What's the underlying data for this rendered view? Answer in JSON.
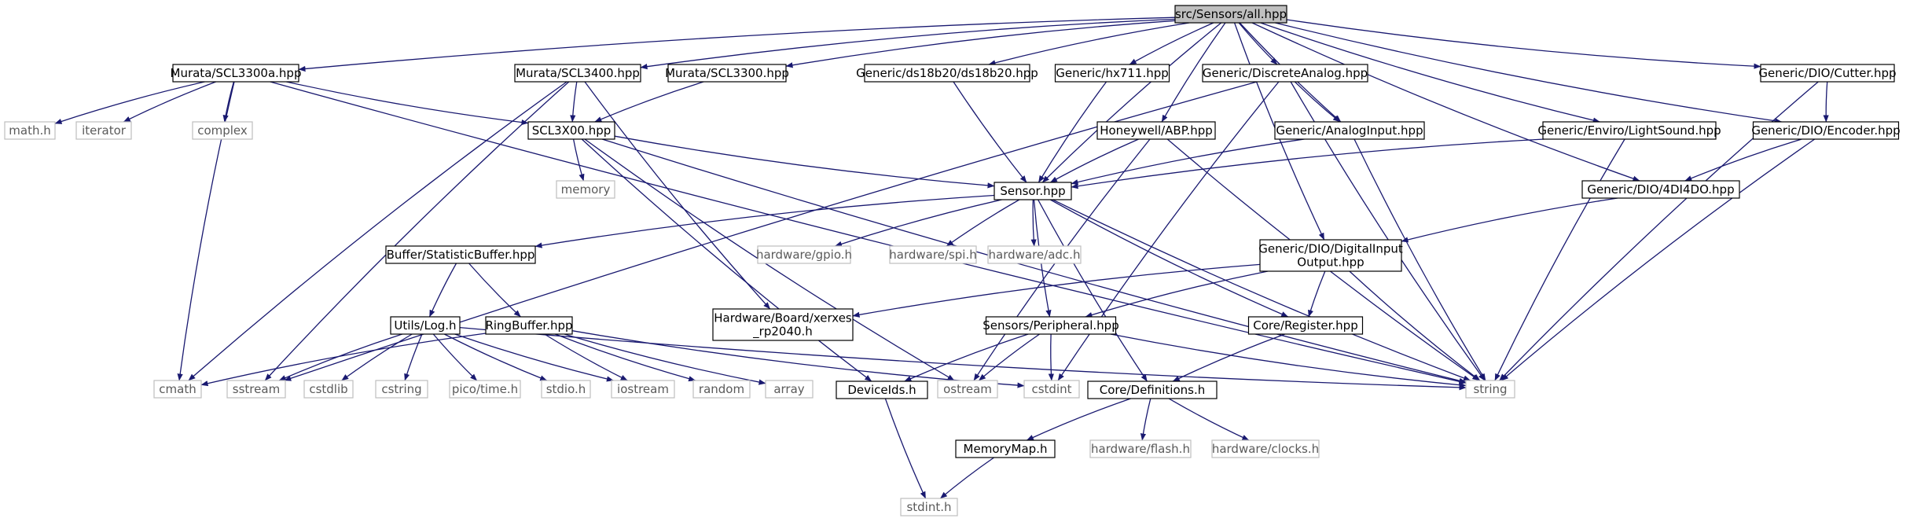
{
  "nodes": [
    {
      "id": "all",
      "lines": [
        "src/Sensors/all.hpp"
      ],
      "style": "root"
    },
    {
      "id": "scl3300a",
      "lines": [
        "Murata/SCL3300a.hpp"
      ],
      "style": "project"
    },
    {
      "id": "scl3400",
      "lines": [
        "Murata/SCL3400.hpp"
      ],
      "style": "project"
    },
    {
      "id": "scl3300",
      "lines": [
        "Murata/SCL3300.hpp"
      ],
      "style": "project"
    },
    {
      "id": "ds18b20",
      "lines": [
        "Generic/ds18b20/ds18b20.hpp"
      ],
      "style": "project"
    },
    {
      "id": "hx711",
      "lines": [
        "Generic/hx711.hpp"
      ],
      "style": "project"
    },
    {
      "id": "discreteanalog",
      "lines": [
        "Generic/DiscreteAnalog.hpp"
      ],
      "style": "project"
    },
    {
      "id": "cutter",
      "lines": [
        "Generic/DIO/Cutter.hpp"
      ],
      "style": "project"
    },
    {
      "id": "mathh",
      "lines": [
        "math.h"
      ],
      "style": "system"
    },
    {
      "id": "iterator",
      "lines": [
        "iterator"
      ],
      "style": "system"
    },
    {
      "id": "complex",
      "lines": [
        "complex"
      ],
      "style": "system"
    },
    {
      "id": "scl3x00",
      "lines": [
        "SCL3X00.hpp"
      ],
      "style": "project"
    },
    {
      "id": "honeywell",
      "lines": [
        "Honeywell/ABP.hpp"
      ],
      "style": "project"
    },
    {
      "id": "analoginput",
      "lines": [
        "Generic/AnalogInput.hpp"
      ],
      "style": "project"
    },
    {
      "id": "lightsound",
      "lines": [
        "Generic/Enviro/LightSound.hpp"
      ],
      "style": "project"
    },
    {
      "id": "encoder",
      "lines": [
        "Generic/DIO/Encoder.hpp"
      ],
      "style": "project"
    },
    {
      "id": "memory",
      "lines": [
        "memory"
      ],
      "style": "system"
    },
    {
      "id": "sensor",
      "lines": [
        "Sensor.hpp"
      ],
      "style": "project"
    },
    {
      "id": "dio4di4do",
      "lines": [
        "Generic/DIO/4DI4DO.hpp"
      ],
      "style": "project"
    },
    {
      "id": "statbuf",
      "lines": [
        "Buffer/StatisticBuffer.hpp"
      ],
      "style": "project"
    },
    {
      "id": "gpio",
      "lines": [
        "hardware/gpio.h"
      ],
      "style": "system"
    },
    {
      "id": "spi",
      "lines": [
        "hardware/spi.h"
      ],
      "style": "system"
    },
    {
      "id": "adc",
      "lines": [
        "hardware/adc.h"
      ],
      "style": "system"
    },
    {
      "id": "digitalinput",
      "lines": [
        "Generic/DIO/DigitalInput",
        "Output.hpp"
      ],
      "style": "project"
    },
    {
      "id": "log",
      "lines": [
        "Utils/Log.h"
      ],
      "style": "project"
    },
    {
      "id": "ringbuf",
      "lines": [
        "RingBuffer.hpp"
      ],
      "style": "project"
    },
    {
      "id": "xerxes",
      "lines": [
        "Hardware/Board/xerxes",
        "_rp2040.h"
      ],
      "style": "project"
    },
    {
      "id": "peripheral",
      "lines": [
        "Sensors/Peripheral.hpp"
      ],
      "style": "project"
    },
    {
      "id": "register",
      "lines": [
        "Core/Register.hpp"
      ],
      "style": "project"
    },
    {
      "id": "cmath",
      "lines": [
        "cmath"
      ],
      "style": "system"
    },
    {
      "id": "sstream",
      "lines": [
        "sstream"
      ],
      "style": "system"
    },
    {
      "id": "cstdlib",
      "lines": [
        "cstdlib"
      ],
      "style": "system"
    },
    {
      "id": "cstring",
      "lines": [
        "cstring"
      ],
      "style": "system"
    },
    {
      "id": "picotime",
      "lines": [
        "pico/time.h"
      ],
      "style": "system"
    },
    {
      "id": "stdioh",
      "lines": [
        "stdio.h"
      ],
      "style": "system"
    },
    {
      "id": "iostream",
      "lines": [
        "iostream"
      ],
      "style": "system"
    },
    {
      "id": "random",
      "lines": [
        "random"
      ],
      "style": "system"
    },
    {
      "id": "array",
      "lines": [
        "array"
      ],
      "style": "system"
    },
    {
      "id": "deviceids",
      "lines": [
        "DeviceIds.h"
      ],
      "style": "project"
    },
    {
      "id": "ostream",
      "lines": [
        "ostream"
      ],
      "style": "system"
    },
    {
      "id": "cstdint",
      "lines": [
        "cstdint"
      ],
      "style": "system"
    },
    {
      "id": "coredefs",
      "lines": [
        "Core/Definitions.h"
      ],
      "style": "project"
    },
    {
      "id": "string",
      "lines": [
        "string"
      ],
      "style": "system"
    },
    {
      "id": "memorymap",
      "lines": [
        "MemoryMap.h"
      ],
      "style": "project"
    },
    {
      "id": "flash",
      "lines": [
        "hardware/flash.h"
      ],
      "style": "system"
    },
    {
      "id": "clocks",
      "lines": [
        "hardware/clocks.h"
      ],
      "style": "system"
    },
    {
      "id": "stdint",
      "lines": [
        "stdint.h"
      ],
      "style": "system"
    }
  ],
  "edges": [
    [
      "all",
      "scl3300a"
    ],
    [
      "all",
      "scl3400"
    ],
    [
      "all",
      "scl3300"
    ],
    [
      "all",
      "ds18b20"
    ],
    [
      "all",
      "hx711"
    ],
    [
      "all",
      "discreteanalog"
    ],
    [
      "all",
      "cutter"
    ],
    [
      "all",
      "sensor"
    ],
    [
      "all",
      "honeywell"
    ],
    [
      "all",
      "analoginput"
    ],
    [
      "all",
      "lightsound"
    ],
    [
      "all",
      "encoder"
    ],
    [
      "all",
      "dio4di4do"
    ],
    [
      "all",
      "digitalinput"
    ],
    [
      "scl3300a",
      "mathh"
    ],
    [
      "scl3300a",
      "iterator"
    ],
    [
      "scl3300a",
      "complex"
    ],
    [
      "scl3300a",
      "scl3x00"
    ],
    [
      "scl3300a",
      "cmath"
    ],
    [
      "scl3300a",
      "string"
    ],
    [
      "scl3400",
      "scl3x00"
    ],
    [
      "scl3400",
      "cmath"
    ],
    [
      "scl3400",
      "sstream"
    ],
    [
      "scl3400",
      "xerxes"
    ],
    [
      "scl3300",
      "scl3x00"
    ],
    [
      "ds18b20",
      "sensor"
    ],
    [
      "hx711",
      "sensor"
    ],
    [
      "discreteanalog",
      "analoginput"
    ],
    [
      "discreteanalog",
      "sstream"
    ],
    [
      "discreteanalog",
      "cstdint"
    ],
    [
      "discreteanalog",
      "string"
    ],
    [
      "cutter",
      "encoder"
    ],
    [
      "cutter",
      "string"
    ],
    [
      "scl3x00",
      "memory"
    ],
    [
      "scl3x00",
      "sensor"
    ],
    [
      "scl3x00",
      "deviceids"
    ],
    [
      "scl3x00",
      "ostream"
    ],
    [
      "scl3x00",
      "string"
    ],
    [
      "honeywell",
      "sensor"
    ],
    [
      "honeywell",
      "ostream"
    ],
    [
      "honeywell",
      "string"
    ],
    [
      "analoginput",
      "sensor"
    ],
    [
      "analoginput",
      "string"
    ],
    [
      "lightsound",
      "sensor"
    ],
    [
      "lightsound",
      "string"
    ],
    [
      "encoder",
      "dio4di4do"
    ],
    [
      "encoder",
      "string"
    ],
    [
      "dio4di4do",
      "digitalinput"
    ],
    [
      "sensor",
      "statbuf"
    ],
    [
      "sensor",
      "gpio"
    ],
    [
      "sensor",
      "spi"
    ],
    [
      "sensor",
      "adc"
    ],
    [
      "sensor",
      "peripheral"
    ],
    [
      "sensor",
      "register"
    ],
    [
      "sensor",
      "coredefs"
    ],
    [
      "sensor",
      "string"
    ],
    [
      "digitalinput",
      "xerxes"
    ],
    [
      "digitalinput",
      "peripheral"
    ],
    [
      "digitalinput",
      "register"
    ],
    [
      "digitalinput",
      "string"
    ],
    [
      "statbuf",
      "log"
    ],
    [
      "statbuf",
      "ringbuf"
    ],
    [
      "log",
      "sstream"
    ],
    [
      "log",
      "cstdlib"
    ],
    [
      "log",
      "cstring"
    ],
    [
      "log",
      "picotime"
    ],
    [
      "log",
      "stdioh"
    ],
    [
      "log",
      "iostream"
    ],
    [
      "log",
      "string"
    ],
    [
      "ringbuf",
      "cmath"
    ],
    [
      "ringbuf",
      "iostream"
    ],
    [
      "ringbuf",
      "random"
    ],
    [
      "ringbuf",
      "array"
    ],
    [
      "ringbuf",
      "cstdint"
    ],
    [
      "peripheral",
      "deviceids"
    ],
    [
      "peripheral",
      "ostream"
    ],
    [
      "peripheral",
      "cstdint"
    ],
    [
      "peripheral",
      "string"
    ],
    [
      "register",
      "coredefs"
    ],
    [
      "coredefs",
      "memorymap"
    ],
    [
      "coredefs",
      "flash"
    ],
    [
      "coredefs",
      "clocks"
    ],
    [
      "memorymap",
      "stdint"
    ],
    [
      "deviceids",
      "stdint"
    ]
  ],
  "colors": {
    "root_fill": "#bfbfbf",
    "project_border": "#000000",
    "system_border": "#bfbfbf",
    "system_text": "#5a5a5a",
    "edge": "#191970"
  }
}
